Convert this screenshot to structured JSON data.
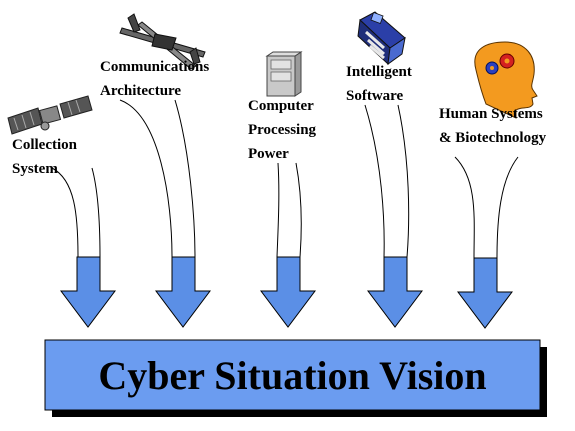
{
  "inputs": [
    {
      "label": "Collection\nSystem",
      "icon": "satellite-icon"
    },
    {
      "label": "Communications\nArchitecture",
      "icon": "aircraft-icon"
    },
    {
      "label": "Computer\nProcessing\nPower",
      "icon": "computer-tower-icon"
    },
    {
      "label": "Intelligent\nSoftware",
      "icon": "software-box-icon"
    },
    {
      "label": "Human Systems\n& Biotechnology",
      "icon": "head-gears-icon"
    }
  ],
  "banner": {
    "text": "Cyber Situation Vision"
  },
  "colors": {
    "arrow_fill": "#5b8fe6",
    "banner_fill": "#6b9cf0",
    "stroke": "#000000",
    "head_fill": "#f39a1f"
  }
}
